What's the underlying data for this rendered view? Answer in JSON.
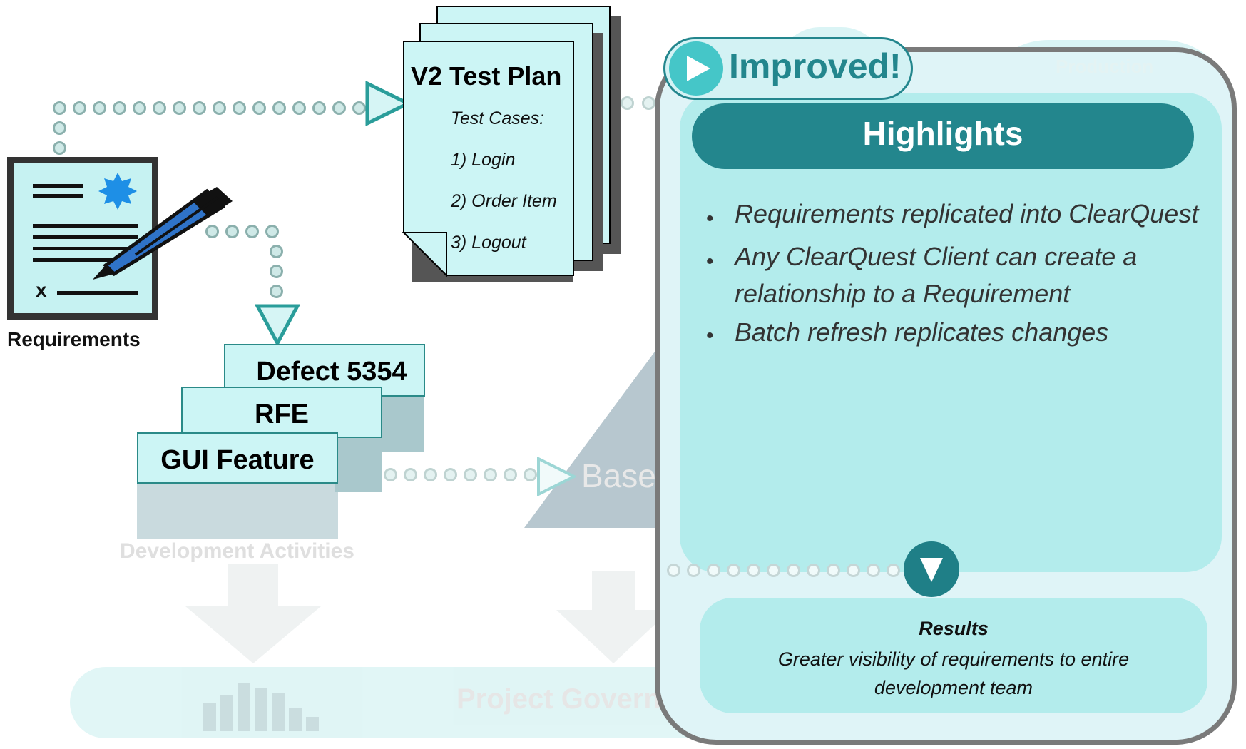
{
  "requirements": {
    "label": "Requirements"
  },
  "test_plan": {
    "title": "V2 Test Plan",
    "subtitle": "Test Cases:",
    "items": [
      "1) Login",
      "2) Order Item",
      "3) Logout"
    ]
  },
  "cards": [
    {
      "label": "Defect 5354"
    },
    {
      "label": "RFE"
    },
    {
      "label": "GUI Feature"
    }
  ],
  "background": {
    "development_activities": "Development Activities",
    "baseline": "Baseline",
    "project_governance": "Project Governance",
    "production": "Production"
  },
  "callout": {
    "badge": "Improved!",
    "highlights_title": "Highlights",
    "bullets": [
      "Requirements replicated into ClearQuest",
      "Any ClearQuest Client can create a relationship to a Requirement",
      "Batch refresh replicates changes"
    ],
    "results_title": "Results",
    "results_text": "Greater visibility of requirements to entire development team"
  },
  "colors": {
    "accent": "#23868d",
    "panel": "#b3ecec",
    "page": "#ccf5f5"
  }
}
